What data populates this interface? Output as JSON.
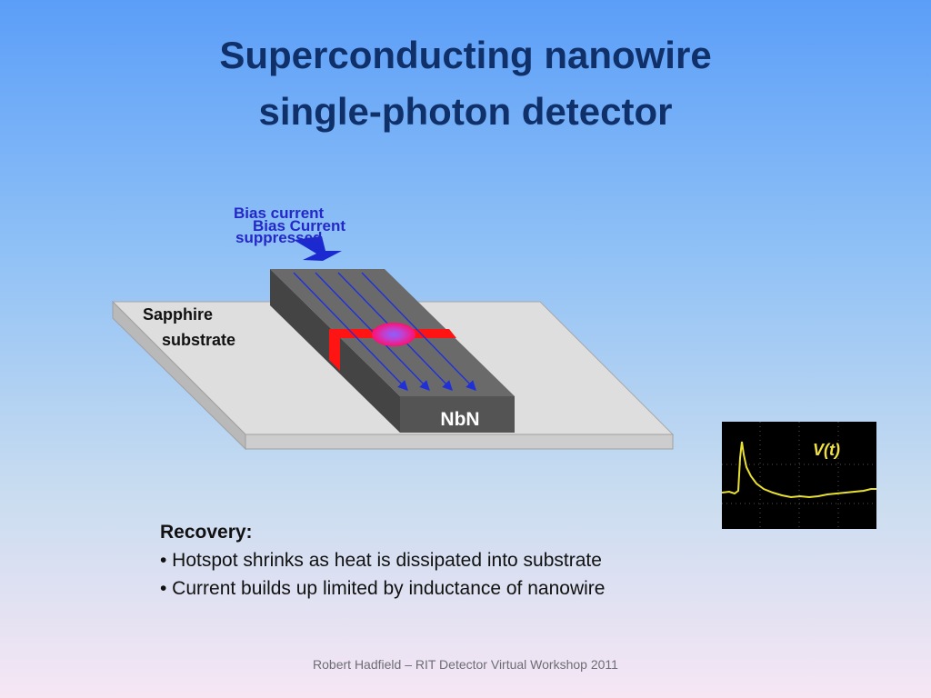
{
  "title": {
    "line1": "Superconducting nanowire",
    "line2": "single-photon detector"
  },
  "diagram": {
    "bias_label_line1": "Bias current",
    "bias_label_line2": "suppressed",
    "bias_label_overlay": "Bias Current",
    "substrate_label_line1": "Sapphire",
    "substrate_label_line2": "substrate",
    "wire_label": "NbN",
    "colors": {
      "substrate_top": "#dedede",
      "wire_top": "#696969",
      "hotspot_band": "#ff1010",
      "current_arrows": "#2030d8",
      "label_blue": "#2428c8"
    },
    "icons": [
      "bias-current-arrow-icon",
      "hotspot-icon"
    ]
  },
  "oscilloscope": {
    "label": "V(t)",
    "trace_color": "#e8e030"
  },
  "recovery": {
    "heading": "Recovery:",
    "bullets": [
      "• Hotspot shrinks as heat is dissipated into substrate",
      "• Current builds up limited by inductance of nanowire"
    ]
  },
  "footer": "Robert Hadfield – RIT Detector Virtual Workshop 2011"
}
